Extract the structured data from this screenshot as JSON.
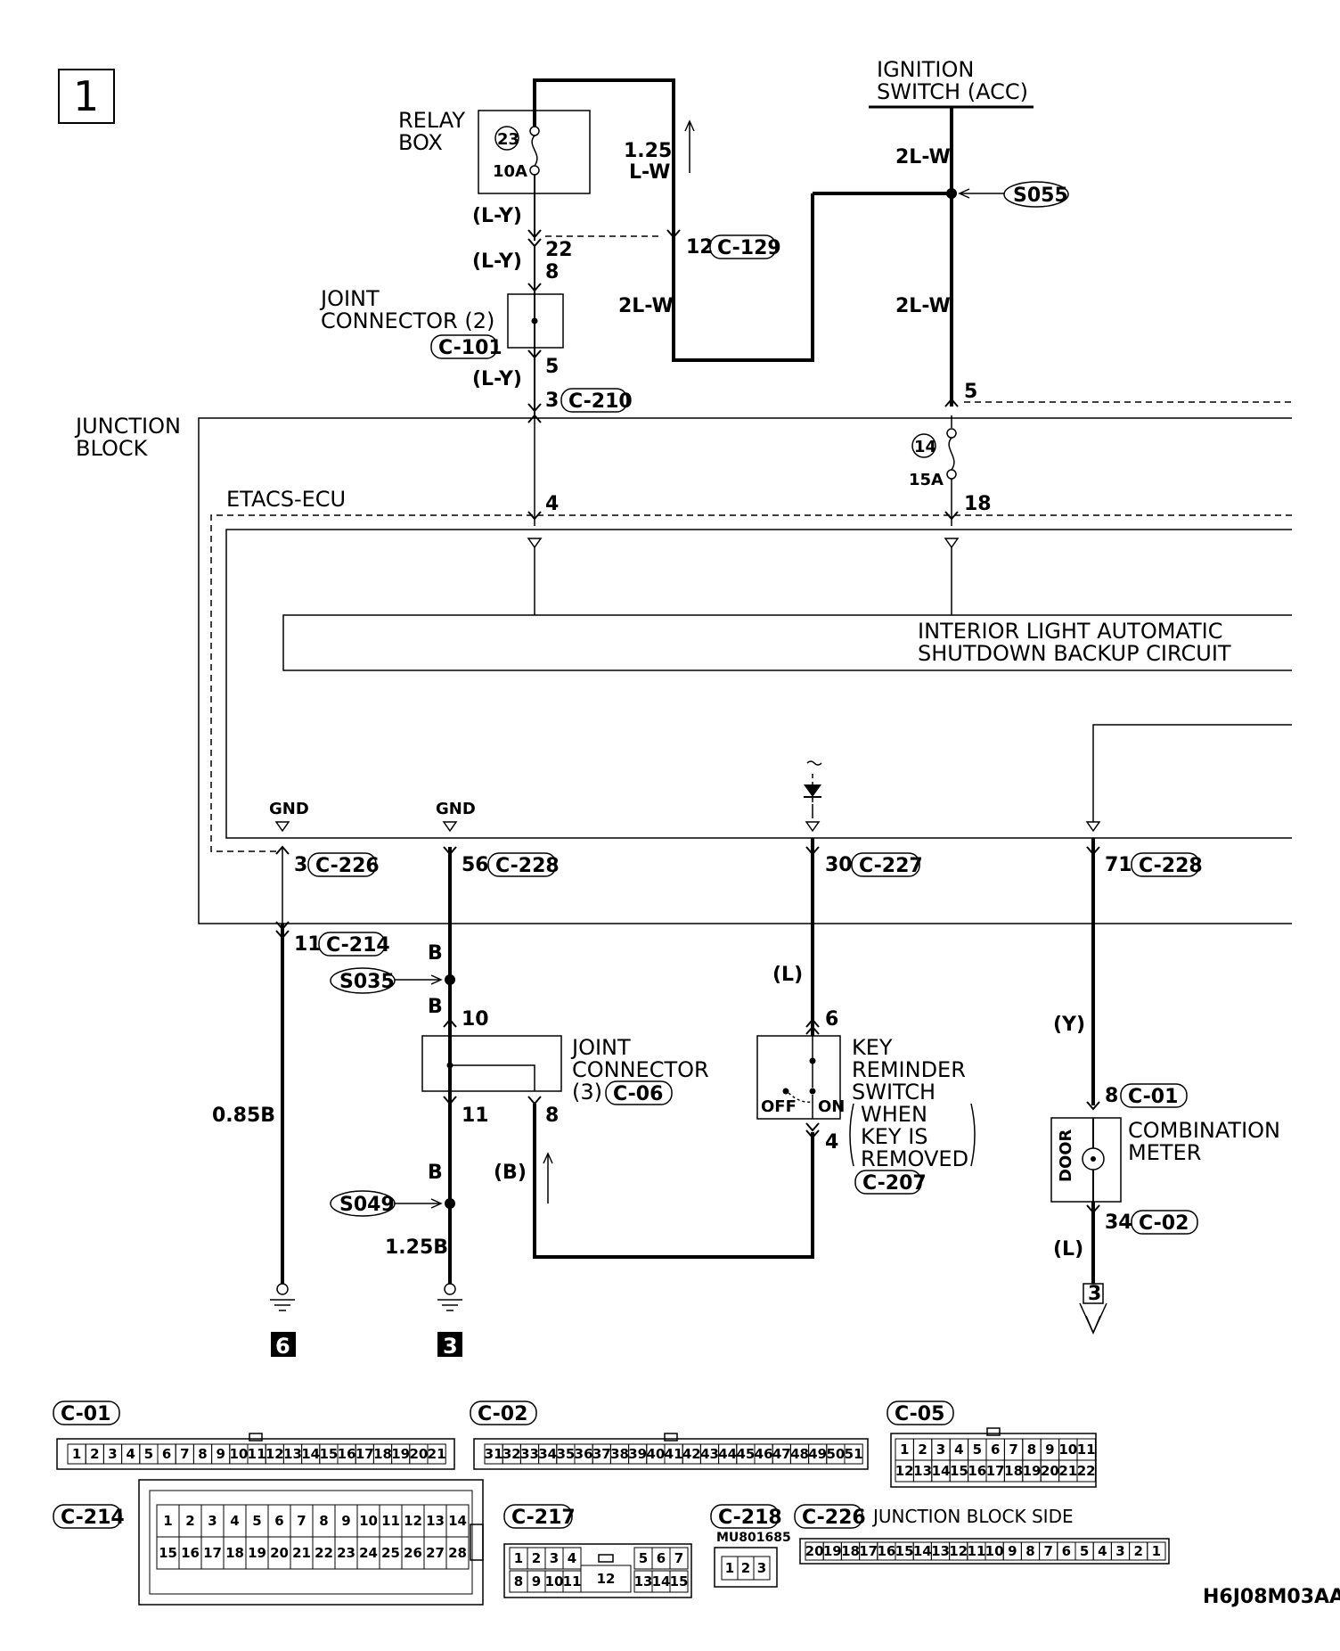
{
  "page_number": "1",
  "title_code": "H6J08M03AA",
  "relay_box": {
    "label_line1": "RELAY",
    "label_line2": "BOX",
    "fuse_number": "23",
    "fuse_rating": "10A"
  },
  "ignition_switch": {
    "label_line1": "IGNITION",
    "label_line2": "SWITCH (ACC)"
  },
  "junction_block": {
    "label_line1": "JUNCTION",
    "label_line2": "BLOCK",
    "fuse_number": "14",
    "fuse_rating": "15A"
  },
  "etacs": "ETACS-ECU",
  "backup_circuit": {
    "line1": "INTERIOR LIGHT AUTOMATIC",
    "line2": "SHUTDOWN BACKUP CIRCUIT"
  },
  "joint_connector_2": {
    "line1": "JOINT",
    "line2": "CONNECTOR (2)",
    "connector": "C-101"
  },
  "joint_connector_3": {
    "line1": "JOINT",
    "line2": "CONNECTOR",
    "line3": "(3)",
    "connector": "C-06"
  },
  "key_reminder": {
    "line1": "KEY",
    "line2": "REMINDER",
    "line3": "SWITCH",
    "line4": "WHEN",
    "line5": "KEY IS",
    "line6": "REMOVED",
    "connector": "C-207",
    "off": "OFF",
    "on": "ON"
  },
  "combination_meter": {
    "line1": "COMBINATION",
    "line2": "METER",
    "lamp": "DOOR",
    "connector_in": "C-01",
    "connector_out": "C-02"
  },
  "splices": [
    "S055",
    "S035",
    "S049"
  ],
  "wires": {
    "ly_1": "(L-Y)",
    "ly_2": "(L-Y)",
    "ly_3": "(L-Y)",
    "lw_size": "1.25",
    "lw_color": "L-W",
    "lw2_a": "2L-W",
    "lw2_b": "2L-W",
    "lw2_c": "2L-W",
    "b_1": "B",
    "b_2": "B",
    "b_3": "B",
    "b_paren": "(B)",
    "b085": "0.85B",
    "b125": "1.25B",
    "l_1": "(L)",
    "l_2": "(L)",
    "y_1": "(Y)"
  },
  "pins": {
    "p22": "22",
    "p8a": "8",
    "p5a": "5",
    "p3a": "3",
    "p12": "12",
    "p5b": "5",
    "p4": "4",
    "p18": "18",
    "p3b": "3",
    "p56": "56",
    "p30": "30",
    "p71": "71",
    "p11a": "11",
    "p10": "10",
    "p11b": "11",
    "p8b": "8",
    "p6": "6",
    "p4b": "4",
    "p8c": "8",
    "p34": "34"
  },
  "connectors": {
    "c129": "C-129",
    "c210": "C-210",
    "c226": "C-226",
    "c228a": "C-228",
    "c227": "C-227",
    "c228b": "C-228",
    "c214": "C-214"
  },
  "gnd_labels": [
    "GND",
    "GND"
  ],
  "ground_refs": [
    "6",
    "3"
  ],
  "offpage_ref": "3",
  "connector_views": {
    "c01": {
      "code": "C-01",
      "pins": [
        "1",
        "2",
        "3",
        "4",
        "5",
        "6",
        "7",
        "8",
        "9",
        "10",
        "11",
        "12",
        "13",
        "14",
        "15",
        "16",
        "17",
        "18",
        "19",
        "20",
        "21"
      ]
    },
    "c02": {
      "code": "C-02",
      "pins": [
        "31",
        "32",
        "33",
        "34",
        "35",
        "36",
        "37",
        "38",
        "39",
        "40",
        "41",
        "42",
        "43",
        "44",
        "45",
        "46",
        "47",
        "48",
        "49",
        "50",
        "51"
      ]
    },
    "c05": {
      "code": "C-05",
      "row1": [
        "1",
        "2",
        "3",
        "4",
        "5",
        "6",
        "7",
        "8",
        "9",
        "10",
        "11"
      ],
      "row2": [
        "12",
        "13",
        "14",
        "15",
        "16",
        "17",
        "18",
        "19",
        "20",
        "21",
        "22"
      ]
    },
    "c214": {
      "code": "C-214",
      "row1": [
        "1",
        "2",
        "3",
        "4",
        "5",
        "6",
        "7",
        "8",
        "9",
        "10",
        "11",
        "12",
        "13",
        "14"
      ],
      "row2": [
        "15",
        "16",
        "17",
        "18",
        "19",
        "20",
        "21",
        "22",
        "23",
        "24",
        "25",
        "26",
        "27",
        "28"
      ]
    },
    "c217": {
      "code": "C-217",
      "row1a": [
        "1",
        "2",
        "3",
        "4"
      ],
      "row1b": [
        "5",
        "6",
        "7"
      ],
      "row2a": [
        "8",
        "9",
        "10",
        "11"
      ],
      "row2b": [
        "13",
        "14",
        "15"
      ],
      "center": "12"
    },
    "c218": {
      "code": "C-218",
      "part": "MU801685",
      "pins": [
        "1",
        "2",
        "3"
      ]
    },
    "c226": {
      "code": "C-226",
      "note": "JUNCTION BLOCK SIDE",
      "pins": [
        "20",
        "19",
        "18",
        "17",
        "16",
        "15",
        "14",
        "13",
        "12",
        "11",
        "10",
        "9",
        "8",
        "7",
        "6",
        "5",
        "4",
        "3",
        "2",
        "1"
      ]
    }
  }
}
